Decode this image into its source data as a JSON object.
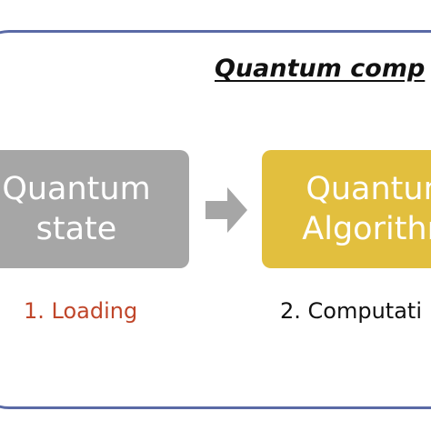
{
  "title": "Quantum comp",
  "boxes": {
    "state": {
      "line1": "Quantum",
      "line2": "state",
      "color": "#a6a6a6"
    },
    "algorithm": {
      "line1": "Quantum",
      "line2": "Algorithm",
      "color": "#e2bf3e"
    }
  },
  "steps": {
    "loading": "1. Loading",
    "computation": "2. Computati"
  },
  "colors": {
    "frame": "#5a6aa6",
    "arrow": "#a6a6a6",
    "loading_text": "#c0462a"
  },
  "icons": {
    "flow_arrow": "right-arrow-icon"
  }
}
